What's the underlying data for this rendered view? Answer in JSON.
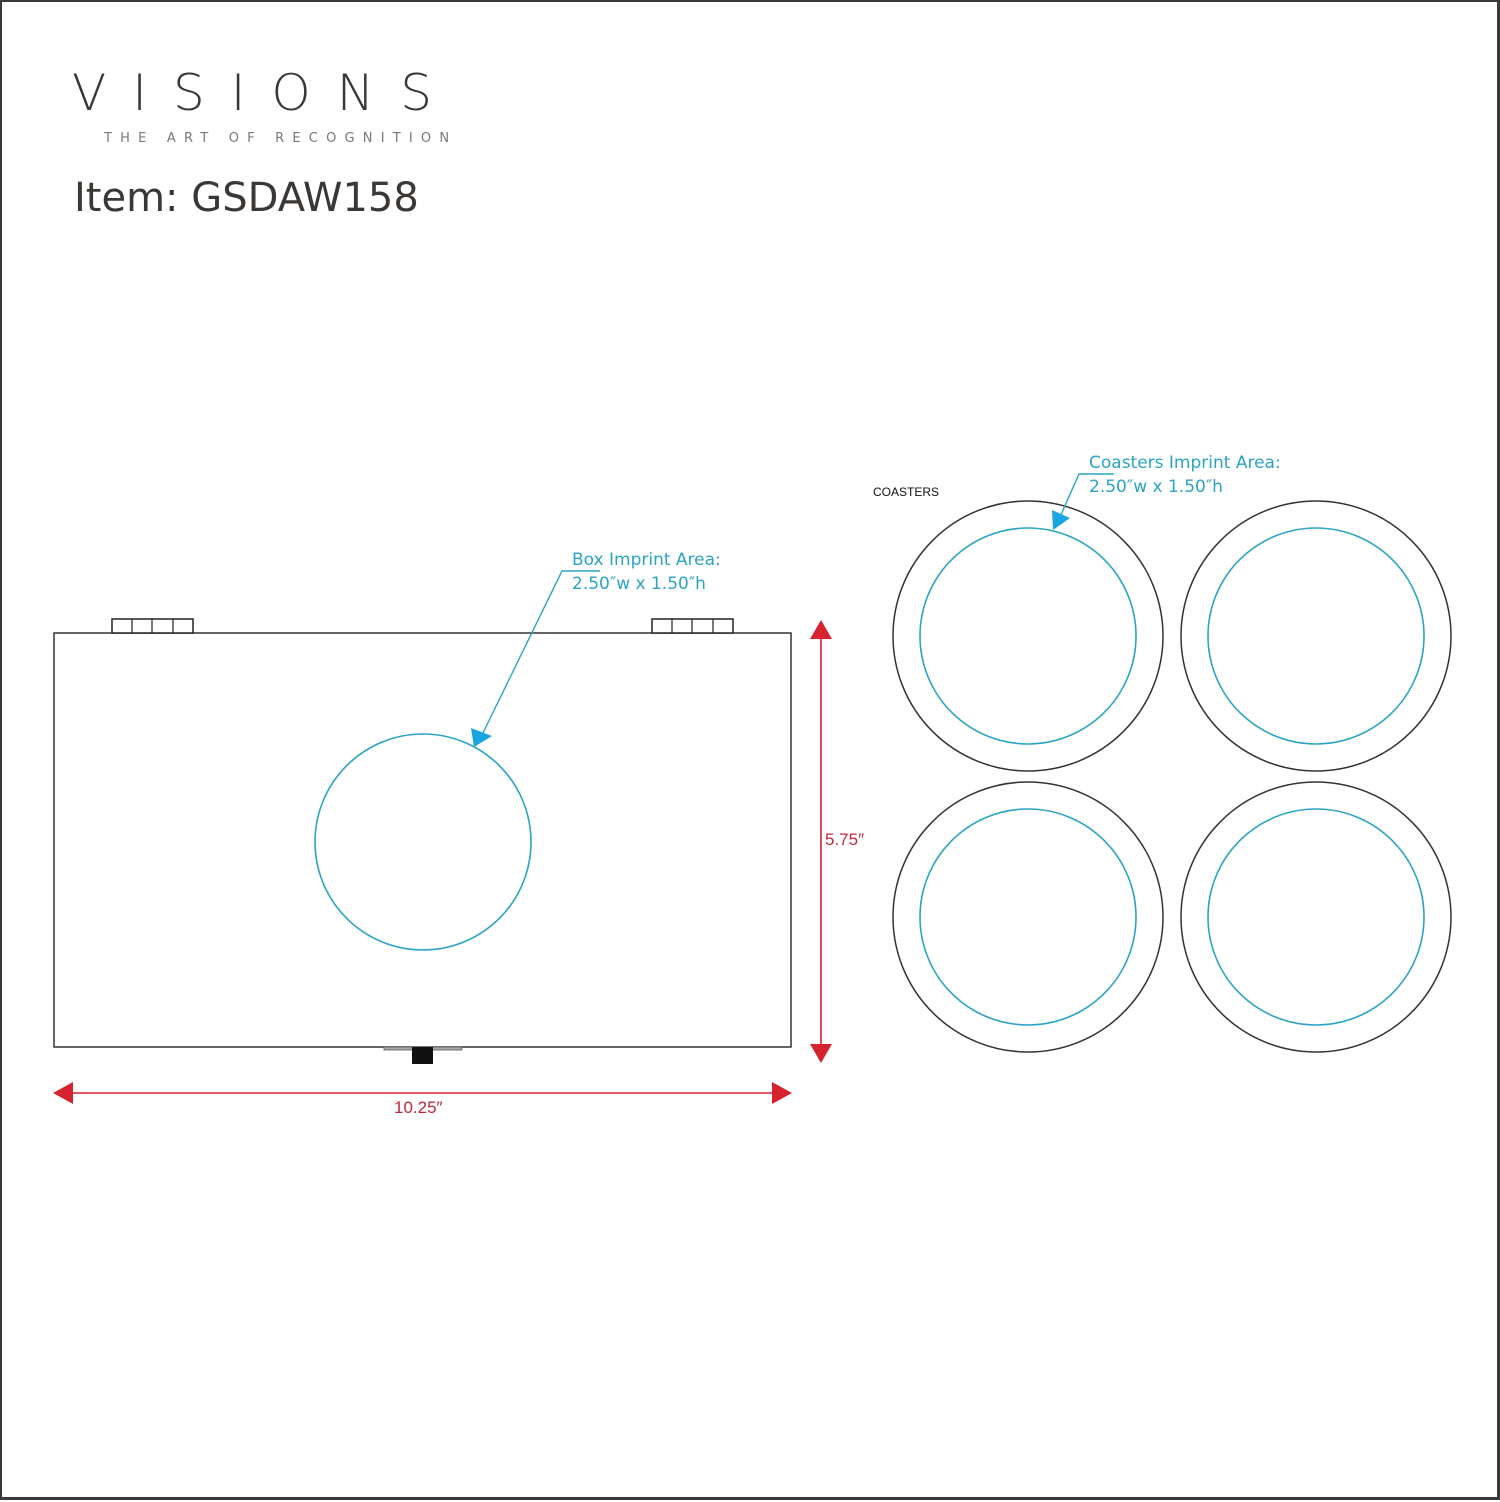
{
  "header": {
    "brand": "VISIONS",
    "tagline": "THE ART OF RECOGNITION",
    "item_title": "Item: GSDAW158"
  },
  "box": {
    "imprint_callout": {
      "title": "Box Imprint Area:",
      "dims": "2.50″w x 1.50″h"
    },
    "width_label": "10.25″",
    "height_label": "5.75″"
  },
  "coasters": {
    "label": "COASTERS",
    "count": 4,
    "imprint_callout": {
      "title": "Coasters Imprint Area:",
      "dims": "2.50″w x 1.50″h"
    }
  },
  "colors": {
    "outline": "#333333",
    "imprint": "#2aa3c6",
    "callout_arrow": "#19a6e0",
    "dimension": "#d7222f",
    "dimension_text": "#c0273a",
    "brand_text": "#3b3735"
  }
}
